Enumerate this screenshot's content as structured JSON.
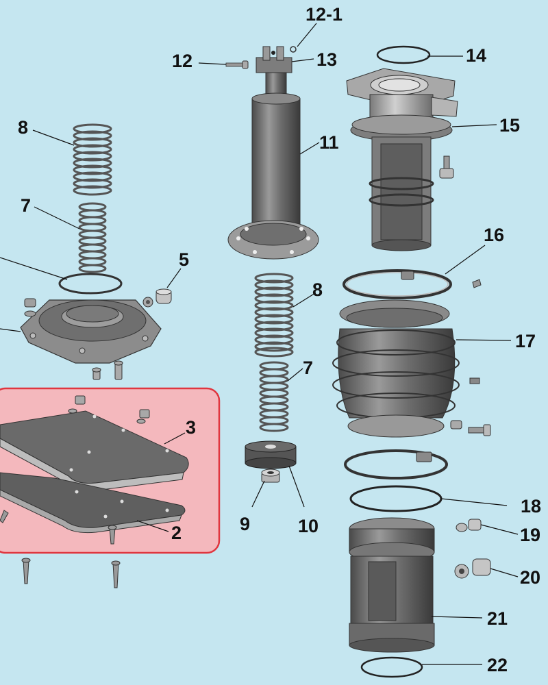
{
  "diagram": {
    "background_color": "#c5e6f0",
    "highlight_color": "#f4b8bd",
    "highlight_border_color": "#e0363f",
    "callouts": {
      "p12_1": "12-1",
      "p12": "12",
      "p13": "13",
      "p14": "14",
      "p15": "15",
      "p11": "11",
      "p8_left": "8",
      "p7_left": "7",
      "p5": "5",
      "p16": "16",
      "p8_center": "8",
      "p17": "17",
      "p7_center": "7",
      "p3": "3",
      "p18": "18",
      "p9": "9",
      "p10": "10",
      "p19": "19",
      "p2": "2",
      "p20": "20",
      "p21": "21",
      "p22": "22"
    }
  }
}
